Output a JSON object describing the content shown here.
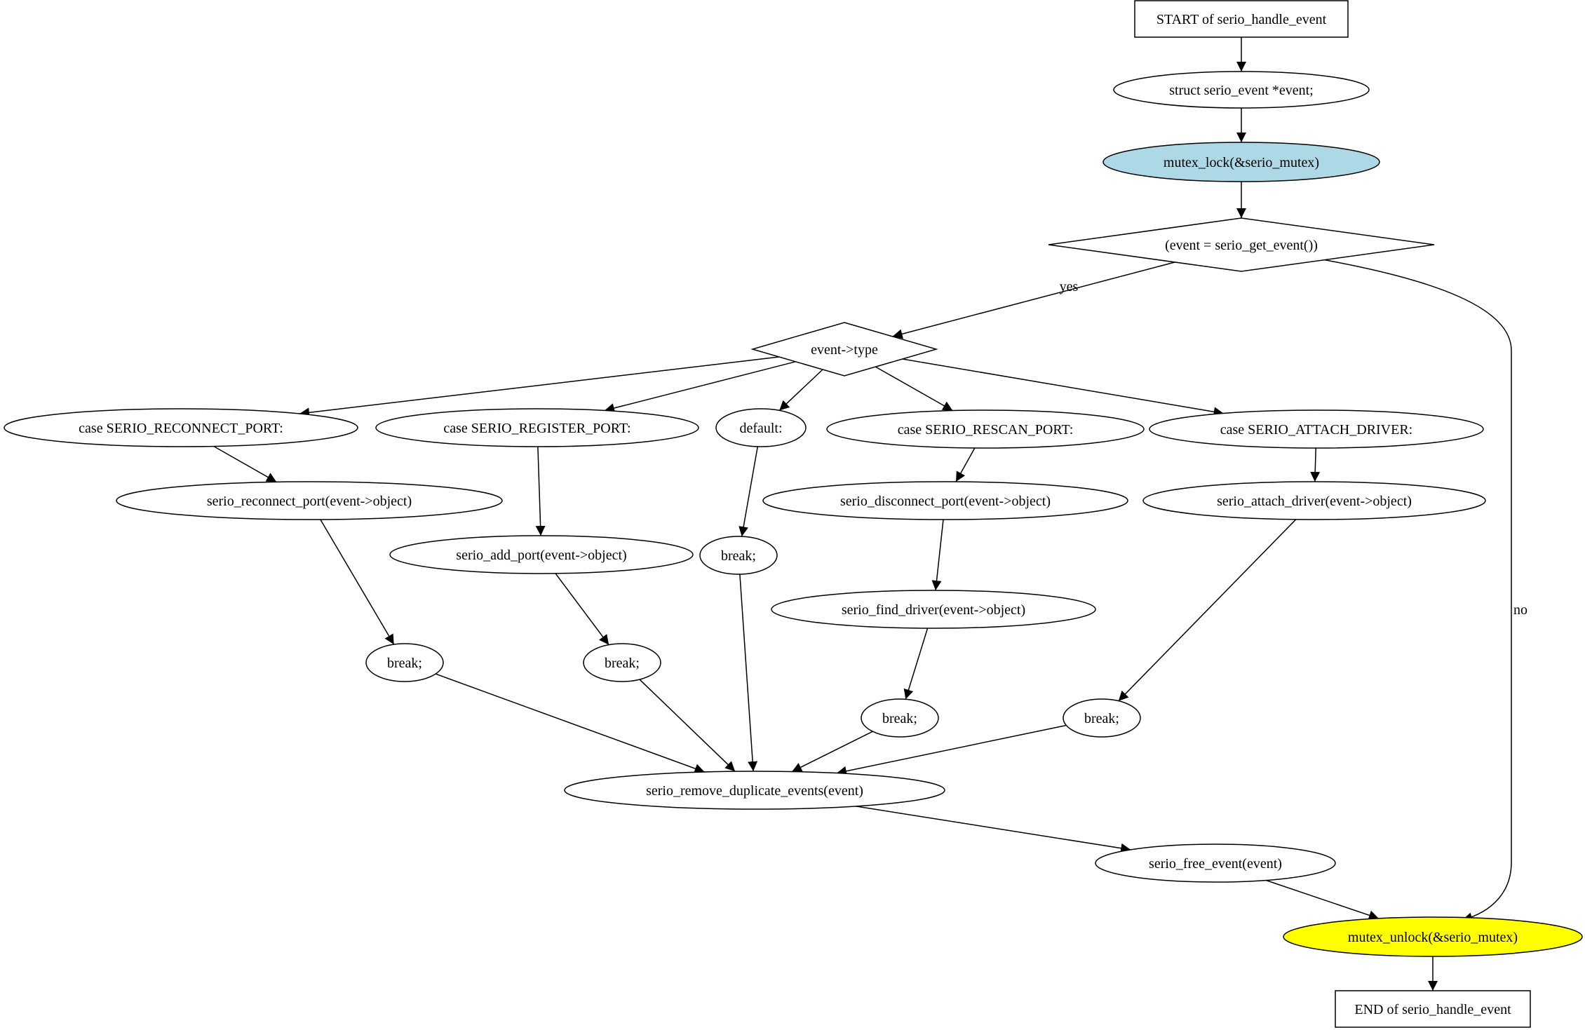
{
  "diagram": {
    "title": "",
    "nodes": [
      {
        "id": "start",
        "shape": "box",
        "label": "START of serio_handle_event"
      },
      {
        "id": "decl",
        "shape": "ellipse",
        "label": "struct serio_event *event;"
      },
      {
        "id": "lock",
        "shape": "ellipse",
        "label": "mutex_lock(&serio_mutex)",
        "fill": "#ADD8E6"
      },
      {
        "id": "cond",
        "shape": "diamond",
        "label": "(event = serio_get_event())"
      },
      {
        "id": "type",
        "shape": "diamond",
        "label": "event->type"
      },
      {
        "id": "c_reconnect",
        "shape": "ellipse",
        "label": "case SERIO_RECONNECT_PORT:"
      },
      {
        "id": "c_register",
        "shape": "ellipse",
        "label": "case SERIO_REGISTER_PORT:"
      },
      {
        "id": "c_default",
        "shape": "ellipse",
        "label": "default:"
      },
      {
        "id": "c_rescan",
        "shape": "ellipse",
        "label": "case SERIO_RESCAN_PORT:"
      },
      {
        "id": "c_attach",
        "shape": "ellipse",
        "label": "case SERIO_ATTACH_DRIVER:"
      },
      {
        "id": "reconnect_call",
        "shape": "ellipse",
        "label": "serio_reconnect_port(event->object)"
      },
      {
        "id": "add_call",
        "shape": "ellipse",
        "label": "serio_add_port(event->object)"
      },
      {
        "id": "brk_default",
        "shape": "ellipse",
        "label": "break;"
      },
      {
        "id": "disconnect_call",
        "shape": "ellipse",
        "label": "serio_disconnect_port(event->object)"
      },
      {
        "id": "attach_call",
        "shape": "ellipse",
        "label": "serio_attach_driver(event->object)"
      },
      {
        "id": "find_call",
        "shape": "ellipse",
        "label": "serio_find_driver(event->object)"
      },
      {
        "id": "brk_reconnect",
        "shape": "ellipse",
        "label": "break;"
      },
      {
        "id": "brk_register",
        "shape": "ellipse",
        "label": "break;"
      },
      {
        "id": "brk_rescan",
        "shape": "ellipse",
        "label": "break;"
      },
      {
        "id": "brk_attach",
        "shape": "ellipse",
        "label": "break;"
      },
      {
        "id": "remove_dup",
        "shape": "ellipse",
        "label": "serio_remove_duplicate_events(event)"
      },
      {
        "id": "free_event",
        "shape": "ellipse",
        "label": "serio_free_event(event)"
      },
      {
        "id": "unlock",
        "shape": "ellipse",
        "label": "mutex_unlock(&serio_mutex)",
        "fill": "#FFFF00"
      },
      {
        "id": "end",
        "shape": "box",
        "label": "END of serio_handle_event"
      }
    ],
    "edges": [
      {
        "from": "start",
        "to": "decl",
        "label": ""
      },
      {
        "from": "decl",
        "to": "lock",
        "label": ""
      },
      {
        "from": "lock",
        "to": "cond",
        "label": ""
      },
      {
        "from": "cond",
        "to": "type",
        "label": "yes"
      },
      {
        "from": "cond",
        "to": "unlock",
        "label": "no"
      },
      {
        "from": "type",
        "to": "c_reconnect",
        "label": ""
      },
      {
        "from": "type",
        "to": "c_register",
        "label": ""
      },
      {
        "from": "type",
        "to": "c_default",
        "label": ""
      },
      {
        "from": "type",
        "to": "c_rescan",
        "label": ""
      },
      {
        "from": "type",
        "to": "c_attach",
        "label": ""
      },
      {
        "from": "c_reconnect",
        "to": "reconnect_call",
        "label": ""
      },
      {
        "from": "c_register",
        "to": "add_call",
        "label": ""
      },
      {
        "from": "c_default",
        "to": "brk_default",
        "label": ""
      },
      {
        "from": "c_rescan",
        "to": "disconnect_call",
        "label": ""
      },
      {
        "from": "c_attach",
        "to": "attach_call",
        "label": ""
      },
      {
        "from": "reconnect_call",
        "to": "brk_reconnect",
        "label": ""
      },
      {
        "from": "add_call",
        "to": "brk_register",
        "label": ""
      },
      {
        "from": "disconnect_call",
        "to": "find_call",
        "label": ""
      },
      {
        "from": "find_call",
        "to": "brk_rescan",
        "label": ""
      },
      {
        "from": "attach_call",
        "to": "brk_attach",
        "label": ""
      },
      {
        "from": "brk_reconnect",
        "to": "remove_dup",
        "label": ""
      },
      {
        "from": "brk_register",
        "to": "remove_dup",
        "label": ""
      },
      {
        "from": "brk_default",
        "to": "remove_dup",
        "label": ""
      },
      {
        "from": "brk_rescan",
        "to": "remove_dup",
        "label": ""
      },
      {
        "from": "brk_attach",
        "to": "remove_dup",
        "label": ""
      },
      {
        "from": "remove_dup",
        "to": "free_event",
        "label": ""
      },
      {
        "from": "free_event",
        "to": "unlock",
        "label": ""
      },
      {
        "from": "unlock",
        "to": "end",
        "label": ""
      }
    ]
  }
}
